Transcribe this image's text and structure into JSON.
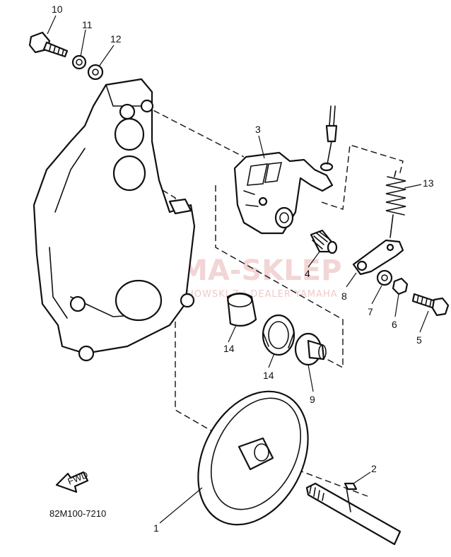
{
  "part_labels": {
    "p1": "1",
    "p2": "2",
    "p3": "3",
    "p4": "4",
    "p5": "5",
    "p6": "6",
    "p7": "7",
    "p8": "8",
    "p9": "9",
    "p10": "10",
    "p11": "11",
    "p12": "12",
    "p13": "13",
    "p14a": "14",
    "p14b": "14"
  },
  "diagram_code": "82M100-7210",
  "fwd_label": "FWD",
  "watermark": {
    "brand": "YAMA-SKLEP",
    "subtitle": "WOJCIECHOWSKI Z | DEALER YAMAHA"
  },
  "colors": {
    "line": "#111111",
    "watermark": "#e9b3b3"
  }
}
